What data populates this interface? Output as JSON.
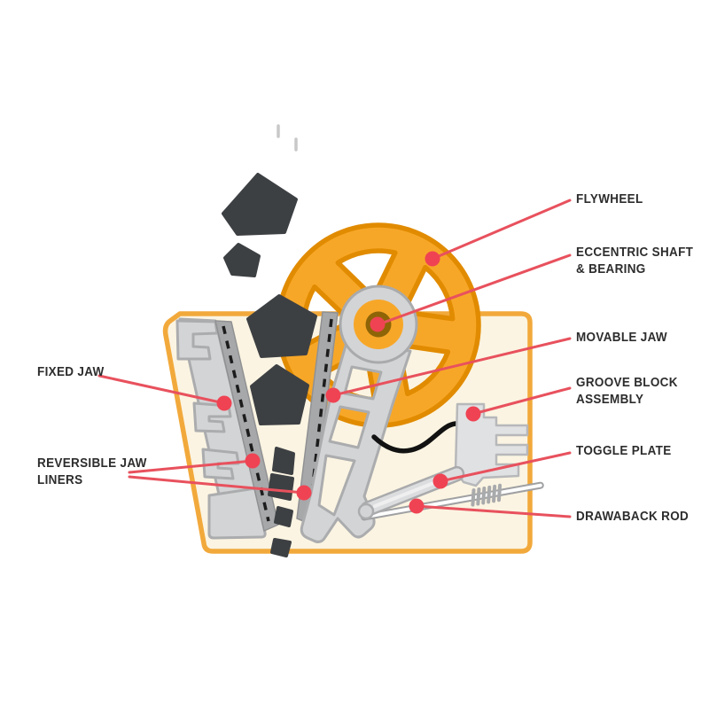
{
  "diagram": {
    "labels": {
      "flywheel": "FLYWHEEL",
      "eccentric_shaft": "ECCENTRIC SHAFT\n& BEARING",
      "movable_jaw": "MOVABLE JAW",
      "groove_block": "GROOVE BLOCK\nASSEMBLY",
      "toggle_plate": "TOGGLE PLATE",
      "drawaback_rod": "DRAWABACK ROD",
      "fixed_jaw": "FIXED JAW",
      "jaw_liners": "REVERSIBLE JAW\nLINERS"
    },
    "colors": {
      "wheel_orange": "#F7A728",
      "wheel_outline": "#E18B00",
      "housing_fill": "#FBF4E2",
      "housing_border": "#F2A93B",
      "metal_gray": "#D3D4D6",
      "metal_outline": "#A9AAAC",
      "liner_gray": "#A7A8AA",
      "rock_dark": "#3D4043",
      "callout_red_line": "#E8515D",
      "callout_red_dot": "#EF4353",
      "label_text": "#2D2D2D"
    }
  }
}
